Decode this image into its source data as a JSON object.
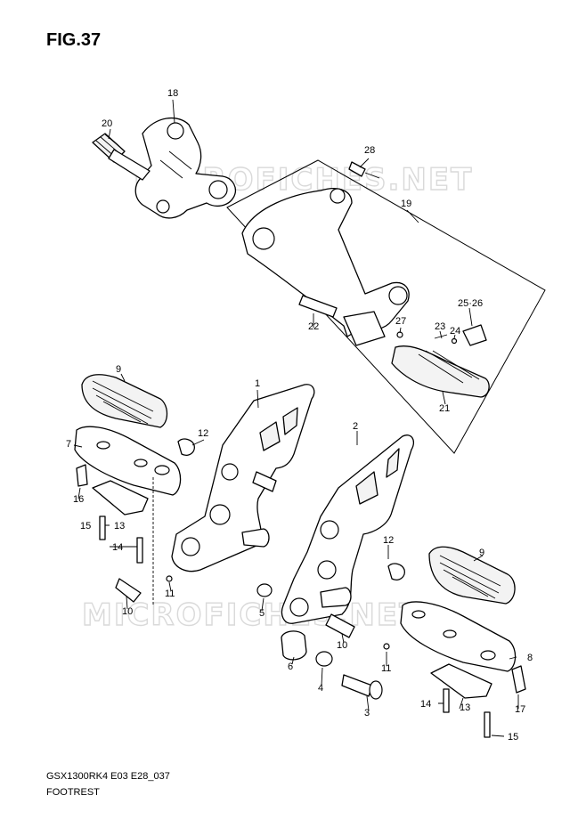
{
  "figure": {
    "title": "FIG.37"
  },
  "watermark": {
    "text": "MICROFICHES.NET"
  },
  "footer": {
    "model_code": "GSX1300RK4 E03 E28_037",
    "section_name": "FOOTREST"
  },
  "callouts": {
    "c1": "1",
    "c2": "2",
    "c3": "3",
    "c4": "4",
    "c5": "5",
    "c6": "6",
    "c7": "7",
    "c8": "8",
    "c9a": "9",
    "c9b": "9",
    "c10a": "10",
    "c10b": "10",
    "c11a": "11",
    "c11b": "11",
    "c12a": "12",
    "c12b": "12",
    "c13a": "13",
    "c13b": "13",
    "c14a": "14",
    "c14b": "14",
    "c15a": "15",
    "c15b": "15",
    "c16": "16",
    "c17": "17",
    "c18": "18",
    "c19": "19",
    "c20": "20",
    "c21": "21",
    "c22": "22",
    "c23": "23",
    "c24": "24",
    "c2526": "25·26",
    "c27": "27",
    "c28": "28"
  }
}
